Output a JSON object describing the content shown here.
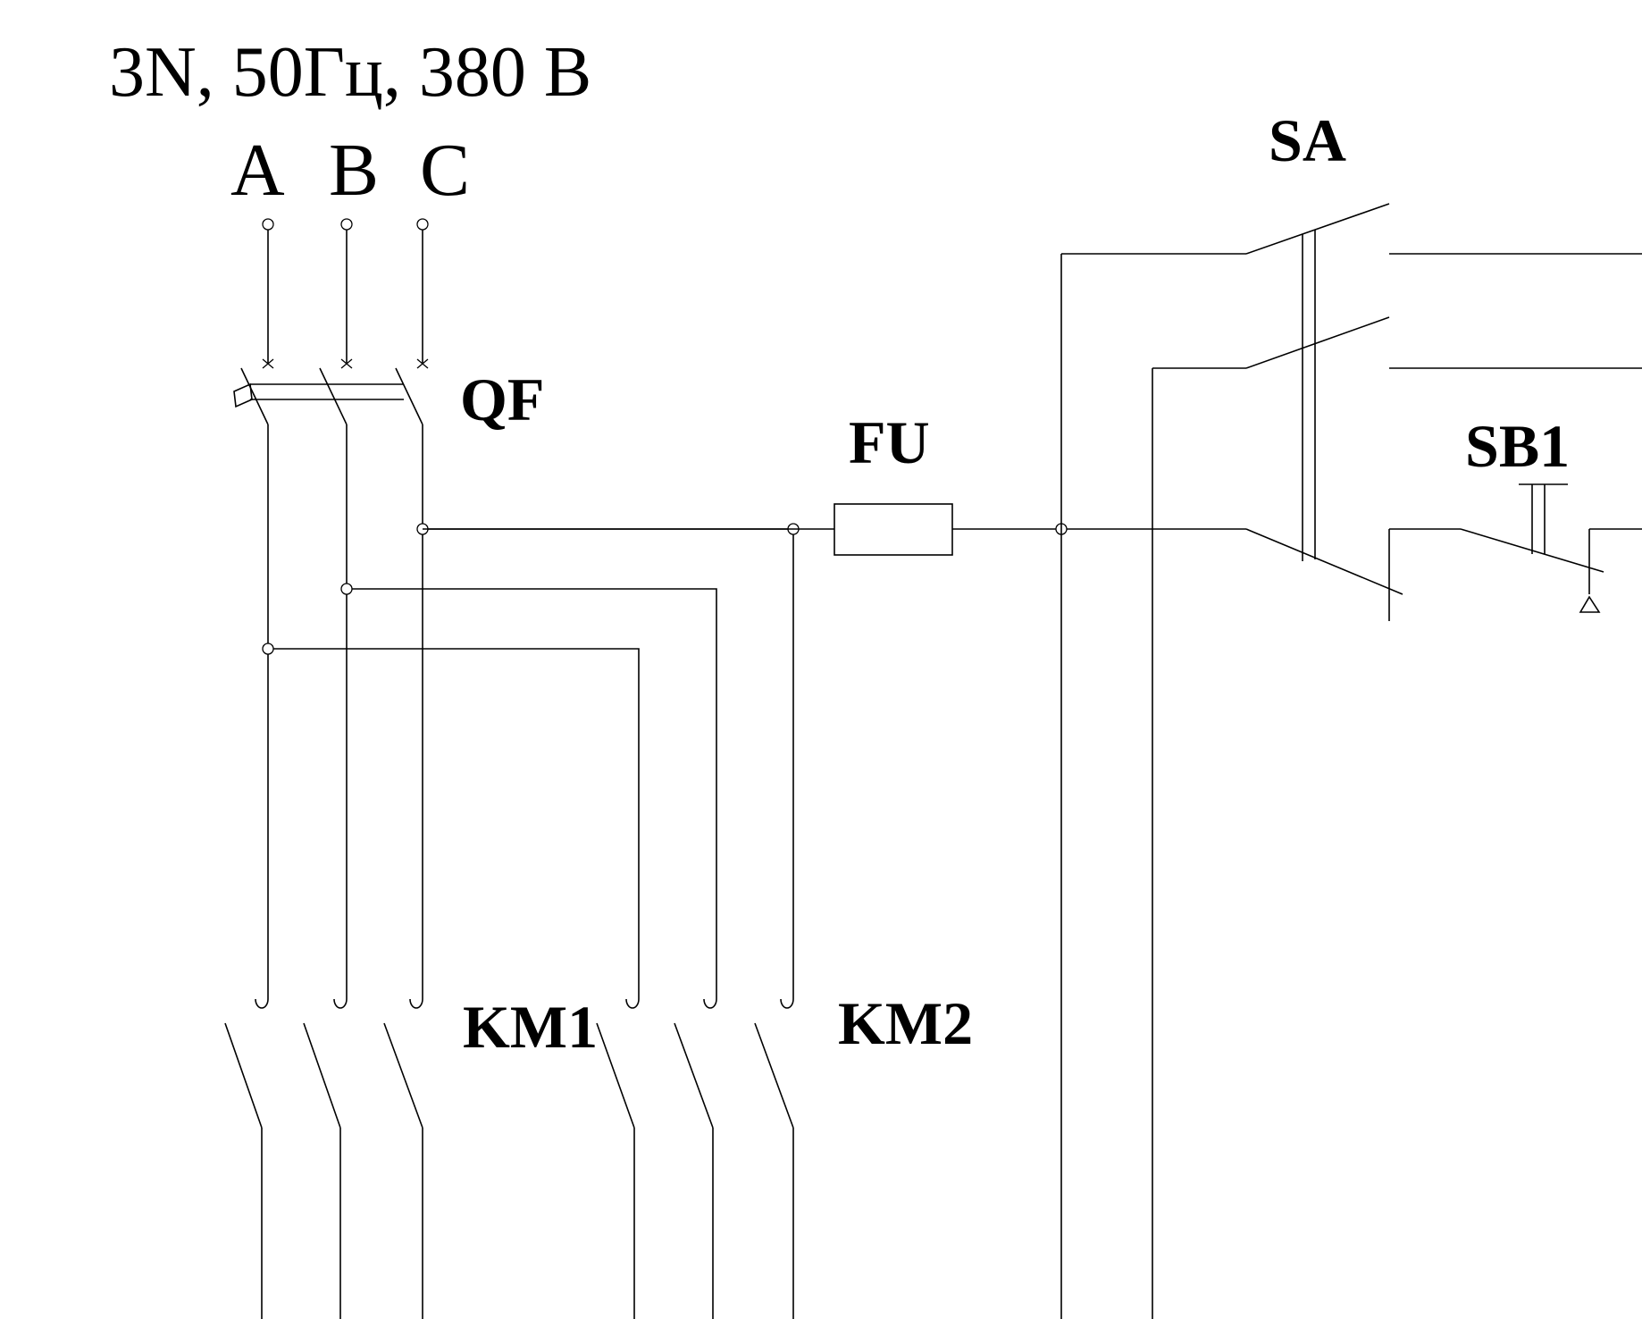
{
  "supply": {
    "spec": "3N, 50Гц, 380 В",
    "phases": [
      "A",
      "B",
      "C"
    ]
  },
  "devices": {
    "breaker": "QF",
    "fuse": "FU",
    "selector": "SA",
    "pushbutton": "SB1",
    "contactor_1": "KM1",
    "contactor_2": "KM2"
  },
  "colors": {
    "ink": "#000000",
    "paper": "#ffffff"
  }
}
